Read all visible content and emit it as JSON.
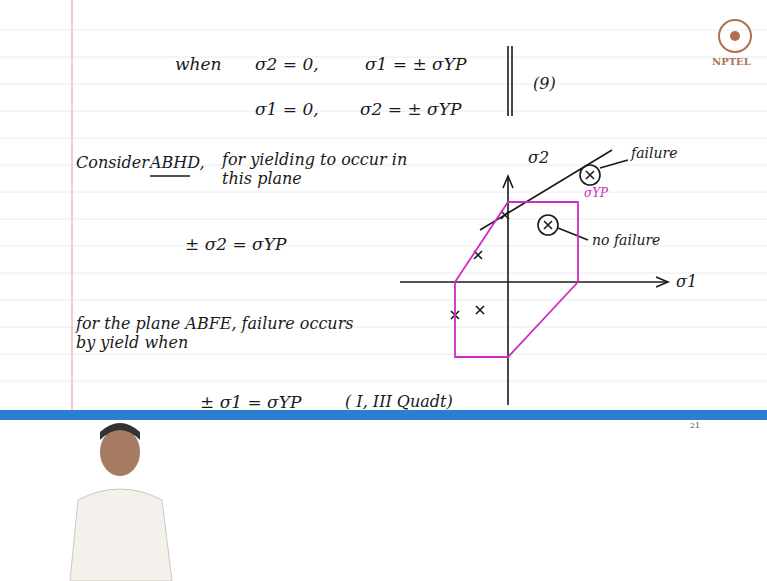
{
  "diagram": {
    "labels": [
      "when",
      "σ2 = 0,",
      "σ1 = ± σYP",
      "σ1 = 0,",
      "σ2 = ± σYP",
      "(9)",
      "Consider",
      "ABHD,",
      "for yielding to occur in this plane",
      "± σ2 = σYP",
      "for the plane ABFE, failure occurs by yield when",
      "± σ1 = σYP",
      "( I, III Quadt)",
      "σ2",
      "σ1",
      "failure",
      "no failure",
      "σYP",
      "NPTEL",
      "21"
    ]
  }
}
